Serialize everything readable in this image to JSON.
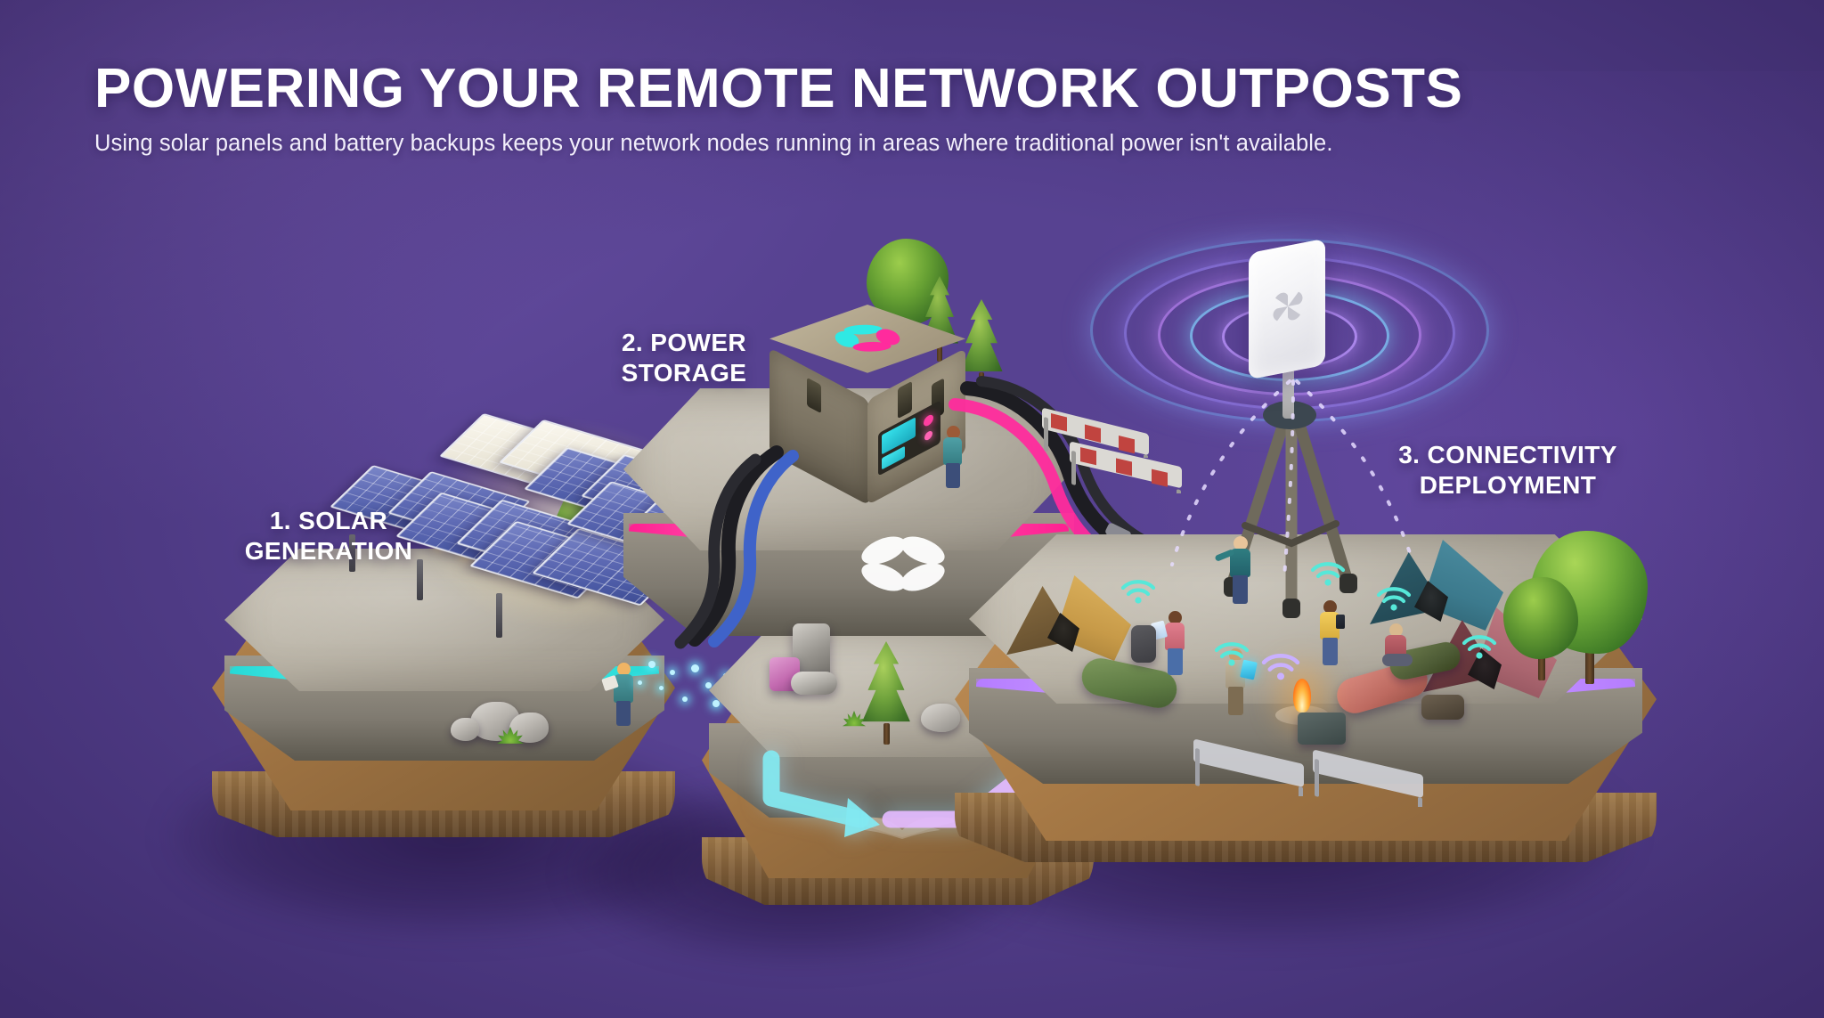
{
  "header": {
    "title": "POWERING YOUR REMOTE NETWORK OUTPOSTS",
    "subtitle": "Using solar panels and battery backups keeps your network nodes running in areas where traditional power isn't available."
  },
  "background": {
    "color": "#574291",
    "glow_color": "#7d5fb9"
  },
  "steps": [
    {
      "id": "solar-generation",
      "number": "1.",
      "line1": "1. SOLAR",
      "line2": "GENERATION",
      "full_label": "1. SOLAR GENERATION",
      "led_color": "#2fe9e4",
      "led_color_alt": "#49f3ee",
      "platform": "concrete slab on wooden plinth",
      "contents": [
        "solar panel array",
        "technician",
        "rocks",
        "conifer tree",
        "shrub",
        "sunlight glow",
        "energy sparkles"
      ]
    },
    {
      "id": "power-storage",
      "number": "2.",
      "line1": "2. POWER",
      "line2": "STORAGE",
      "full_label": "2. POWER STORAGE",
      "led_color": "#ff2b9d",
      "led_color_alt": "#ff63b8",
      "platform": "concrete slab on wooden plinth",
      "contents": [
        "rugged battery case",
        "control panel display",
        "engineer",
        "power cables",
        "safety barrier",
        "conifer trees",
        "butterfly logo"
      ]
    },
    {
      "id": "connectivity-deployment",
      "number": "3.",
      "line1": "3. CONNECTIVITY",
      "line2": "DEPLOYMENT",
      "full_label": "3. CONNECTIVITY DEPLOYMENT",
      "led_color": "#c08bff",
      "led_color_alt": "#ddb6ff",
      "platform": "concrete slab on wooden plinth",
      "contents": [
        "antenna on tripod",
        "wireless ripples",
        "campers with devices",
        "tents",
        "campfire",
        "sleeping bags",
        "safety barriers",
        "broadleaf trees"
      ]
    }
  ],
  "flow": {
    "arrow_1": {
      "name": "solar-to-storage-arrow",
      "color": "#7fe9f0",
      "direction": "down-right"
    },
    "arrow_2": {
      "name": "storage-to-connectivity-arrow",
      "color": "#e2b6ff",
      "direction": "up-right"
    }
  },
  "antenna": {
    "name": "wireless-access-point",
    "logo": "x-pinwheel-icon",
    "ripple_colors": [
      "#6fd2ff",
      "#a98cff",
      "#d48bff"
    ]
  },
  "battery_case": {
    "name": "rugged-battery-case",
    "logo": "butterfly-petal-icon",
    "logo_colors": [
      "#2fe9e4",
      "#ff2b9d"
    ],
    "screen_colors": [
      "#27d6e0",
      "#ff3ea0"
    ]
  },
  "ground_logo": {
    "name": "butterfly-petal-logo",
    "color": "#ffffff"
  },
  "tents": [
    {
      "name": "tent-tan",
      "color": "#d2a75a"
    },
    {
      "name": "tent-teal",
      "color": "#3c7f91"
    },
    {
      "name": "tent-maroon",
      "color": "#b05c67"
    }
  ],
  "wifi_icons": {
    "count": 6,
    "color": "#56e8d9"
  },
  "colors": {
    "concrete": "#b5afa3",
    "wood": "#9d7342",
    "panel_blue": "#4b5aa5",
    "background": "#574291"
  }
}
